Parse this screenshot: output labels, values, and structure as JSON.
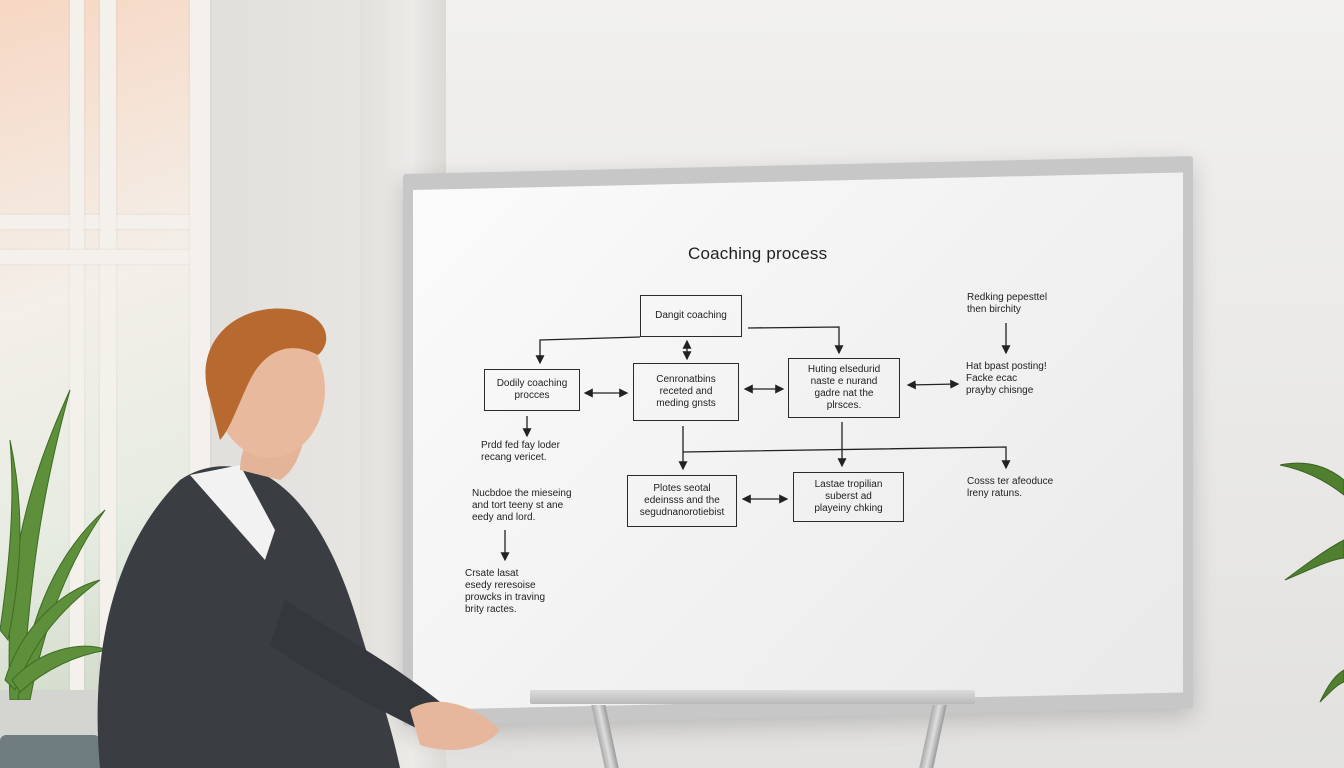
{
  "whiteboard": {
    "title": "Coaching process",
    "boxes": [
      "Dangit coaching",
      "Dodily coaching\nprocces",
      "Cenronatbins\nreceted and\nmeding gnsts",
      "Huting elsedurid\nnaste e nurand\ngadre nat the\nplrsces.",
      "Plotes seotal\nedeinsss and the\nsegudnanorotiebist",
      "Lastae tropilian\nsuberst ad\nplayeiny chking"
    ],
    "notes": [
      "Redking pepesttel\nthen birchity",
      "Hat bpast posting!\nFacke ecac\nprayby chisnge",
      "Prdd fed fay loder\nrecang vericet.",
      "Nucbdoe the mieseing\nand tort teeny st ane\needy and lord.",
      "Cosss ter afeoduce\nlreny ratuns.",
      "Crsate lasat\nesedy reresoise\nprowcks in traving\nbrity ractes."
    ]
  },
  "colors": {
    "ink": "#222222",
    "jacket": "#3a3d42",
    "hair": "#b7692f",
    "plant": "#5e8f3a"
  }
}
